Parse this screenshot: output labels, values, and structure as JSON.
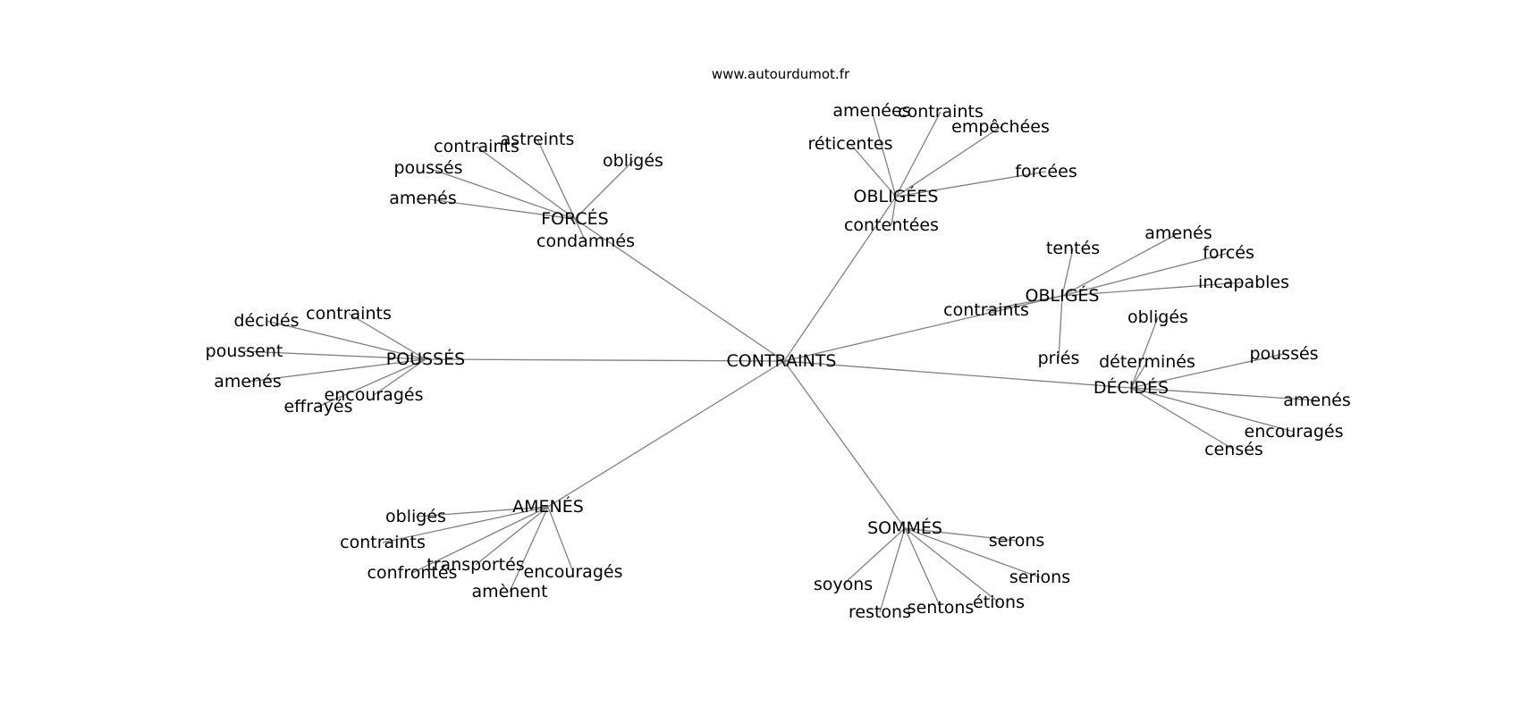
{
  "source": "www.autourdumot.fr",
  "center": "CONTRAINTS",
  "clusters": [
    {
      "id": "forces",
      "label": "FORCÉS",
      "words": [
        "contraints",
        "astreints",
        "poussés",
        "amenés",
        "obligés",
        "condamnés"
      ]
    },
    {
      "id": "obligees",
      "label": "OBLIGÉES",
      "words": [
        "amenées",
        "contraints",
        "empêchées",
        "réticentes",
        "forcées",
        "contentées"
      ]
    },
    {
      "id": "obliges",
      "label": "OBLIGÉS",
      "words": [
        "tentés",
        "amenés",
        "forcés",
        "incapables",
        "contraints",
        "priés"
      ]
    },
    {
      "id": "poussees",
      "label": "POUSSÉS",
      "words": [
        "décidés",
        "contraints",
        "poussent",
        "amenés",
        "encouragés",
        "effrayés"
      ]
    },
    {
      "id": "decides",
      "label": "DÉCIDÉS",
      "words": [
        "obligés",
        "déterminés",
        "poussés",
        "amenés",
        "encouragés",
        "censés"
      ]
    },
    {
      "id": "amenes",
      "label": "AMENÉS",
      "words": [
        "obligés",
        "contraints",
        "transportés",
        "confrontés",
        "encouragés",
        "amènent"
      ]
    },
    {
      "id": "sommes",
      "label": "SOMMÉS",
      "words": [
        "serons",
        "soyons",
        "serions",
        "restons",
        "sentons",
        "étions"
      ]
    }
  ]
}
